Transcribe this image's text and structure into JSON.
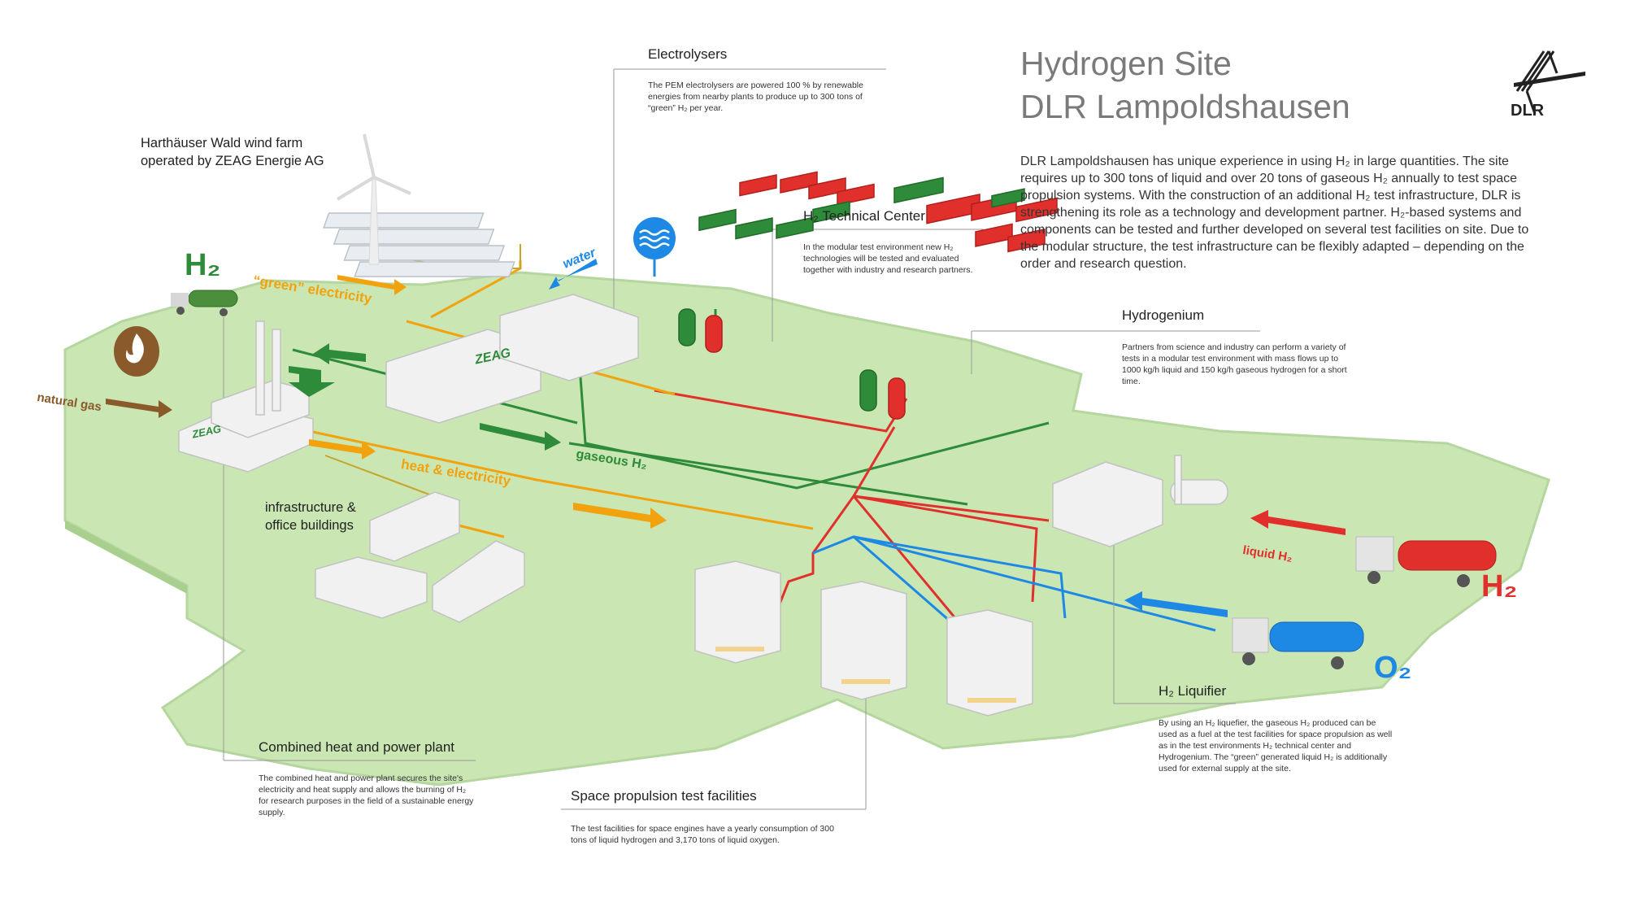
{
  "page": {
    "title_line1": "Hydrogen Site",
    "title_line2": "DLR Lampoldshausen",
    "intro": "DLR Lampoldshausen has unique experience in using H₂ in large quantities. The site requires up to 300 tons of liquid and over 20 tons of gaseous H₂ annually to test space propulsion systems. With the construction of an additional H₂ test infrastructure, DLR is strengthening its role as a technology and development partner. H₂-based systems and components can be tested and further developed on several test facilities on site. Due to the modular structure, the test infrastructure can be flexibly adapted – depending on the order and research question.",
    "logo": "DLR"
  },
  "sections": {
    "electrolysers": {
      "heading": "Electrolysers",
      "body": "The PEM electrolysers are powered 100 % by renewable energies from nearby plants to produce up to 300 tons of “green” H₂ per year."
    },
    "technical_center": {
      "heading": "H₂ Technical Center",
      "body": "In the modular test environment new H₂ technologies will be tested and evaluated together with industry and research partners."
    },
    "hydrogenium": {
      "heading": "Hydrogenium",
      "body": "Partners from science and industry can perform a variety of tests in a modular test environment with mass flows up to 1000 kg/h liquid and 150 kg/h gaseous hydrogen for a short time."
    },
    "wind_farm": {
      "line1": "Harthäuser Wald wind farm",
      "line2": "operated by ZEAG Energie AG"
    },
    "infrastructure": {
      "line1": "infrastructure &",
      "line2": "office buildings"
    },
    "chp": {
      "heading": "Combined heat and power plant",
      "body": "The combined heat and power plant secures the site's electricity and heat supply and allows the burning of H₂ for research purposes in the field of a sustainable energy supply."
    },
    "space": {
      "heading": "Space propulsion test facilities",
      "body": "The test facilities for space engines have a yearly consumption of 300 tons of liquid hydrogen and 3,170 tons of liquid oxygen."
    },
    "liquifier": {
      "heading": "H₂ Liquifier",
      "body": "By using an H₂ liquefier, the gaseous H₂ produced can be used as a fuel at the test facilities for space propulsion as well as in the test environments H₂ technical center and Hydrogenium. The “green” generated liquid H₂ is additionally used for external supply at the site."
    }
  },
  "flow_labels": {
    "green_electricity": "“green” electricity",
    "water": "water",
    "natural_gas": "natural gas",
    "heat_electricity": "heat & electricity",
    "gaseous_h2": "gaseous H₂",
    "liquid_h2": "liquid H₂"
  },
  "chem": {
    "h2_green": "H₂",
    "h2_red": "H₂",
    "o2": "O₂"
  },
  "brand": {
    "zeag": "ZEAG"
  },
  "colors": {
    "ground": "#c9e6b3",
    "ground_edge": "#b5d69e",
    "green": "#2e8b3a",
    "orange": "#f2a20c",
    "red": "#e1302c",
    "blue": "#1e88e5",
    "brown": "#8a5a2b",
    "title_gray": "#7a7a7a"
  }
}
